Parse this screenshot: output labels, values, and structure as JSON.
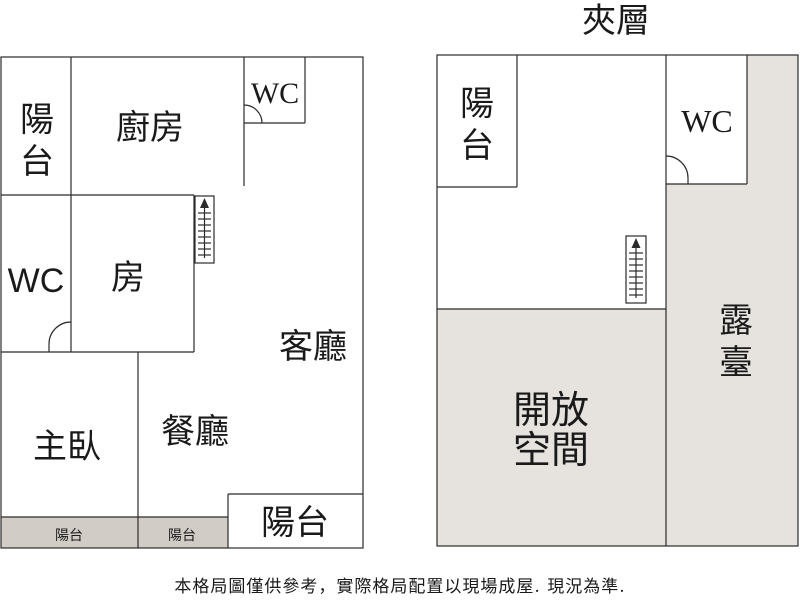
{
  "colors": {
    "wall": "#2b2b2b",
    "shaded": "#e6e2de",
    "balcony_strip": "#d2ccc7",
    "background": "#ffffff"
  },
  "mezzanine_title": "夾層",
  "main_floor": {
    "balcony_top": [
      "陽",
      "台"
    ],
    "kitchen": "廚房",
    "wc_top": "WC",
    "wc_left": "WC",
    "room": "房",
    "living_room": "客廳",
    "master_bedroom": "主臥",
    "dining_room": "餐廳",
    "balcony_big": "陽台",
    "balcony_strip_1": "陽台",
    "balcony_strip_2": "陽台"
  },
  "mezzanine": {
    "balcony": [
      "陽",
      "台"
    ],
    "wc": "WC",
    "open_space": [
      "開放",
      "空間"
    ],
    "terrace": [
      "露",
      "臺"
    ]
  },
  "icons": [
    "stairs-icon",
    "door-swing-icon"
  ],
  "footer_note": "本格局圖僅供參考，實際格局配置以現場成屋. 現況為準."
}
